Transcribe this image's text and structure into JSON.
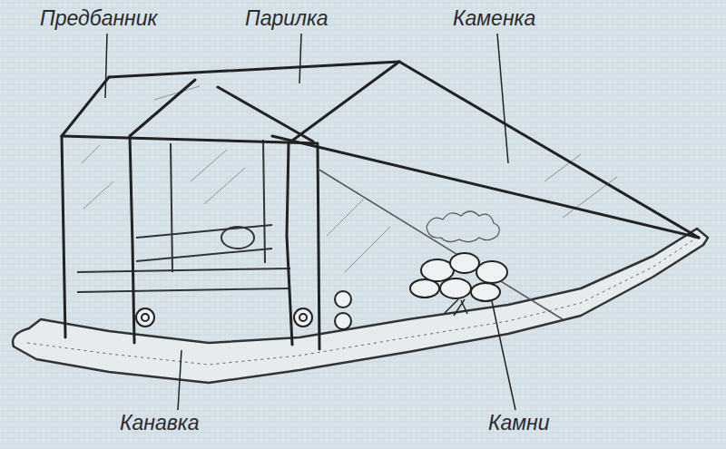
{
  "diagram": {
    "labels": [
      "Предбанник",
      "Парилка",
      "Каменка",
      "Канавка",
      "Камни"
    ]
  }
}
